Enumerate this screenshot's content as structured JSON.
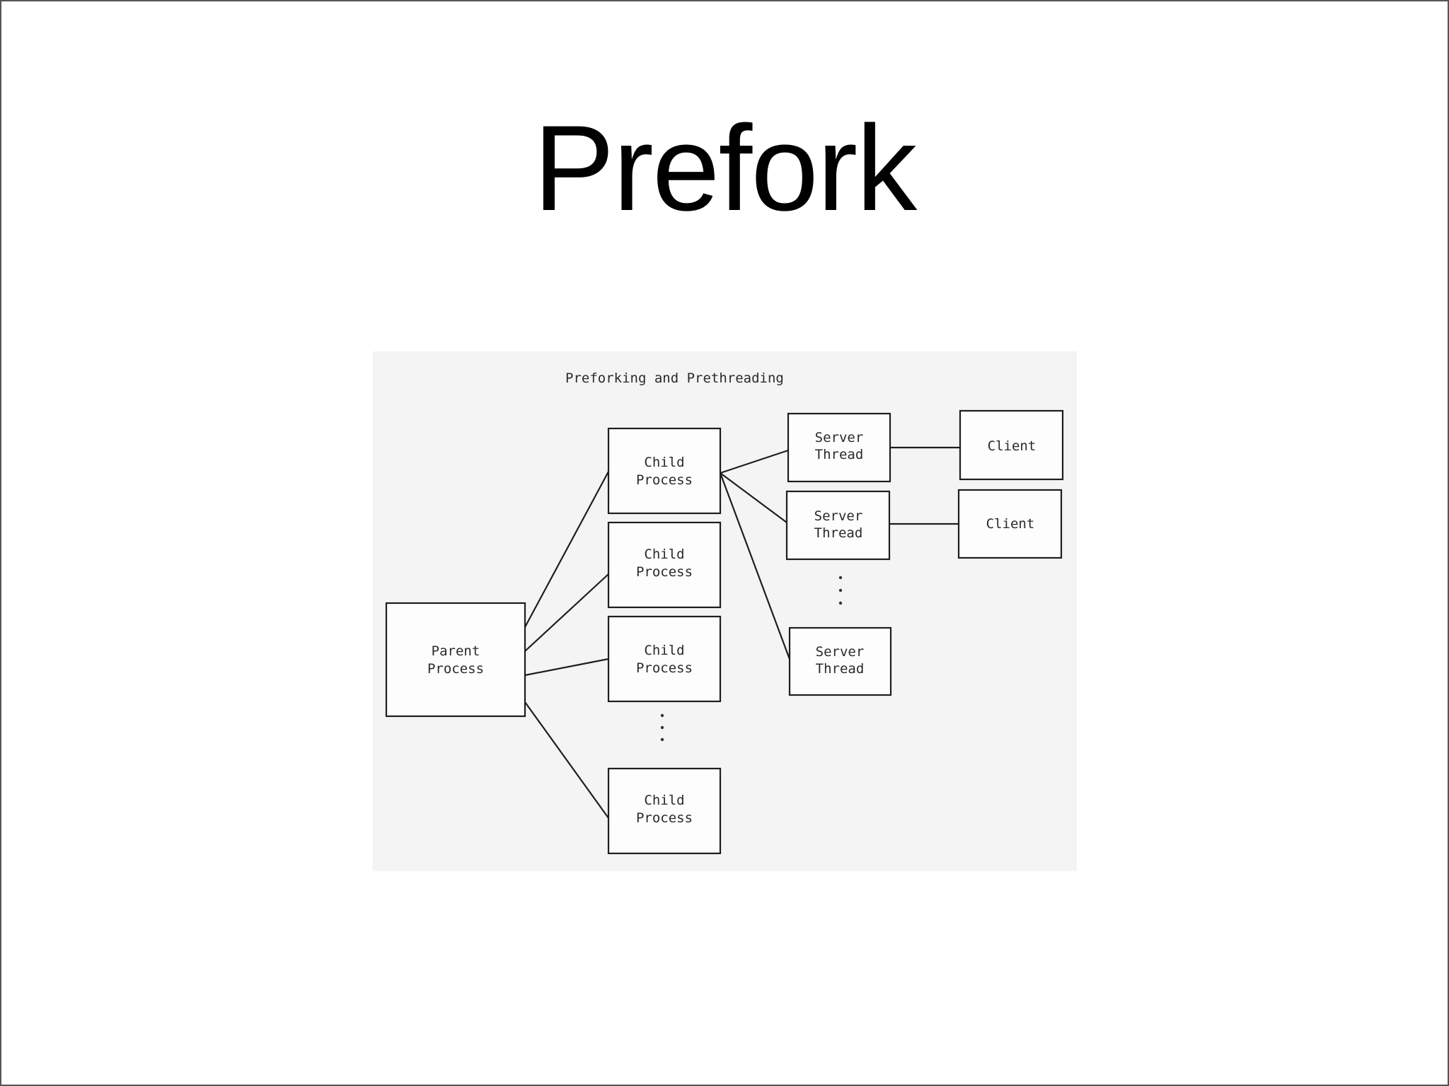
{
  "slide": {
    "title": "Prefork"
  },
  "diagram": {
    "caption": "Preforking and Prethreading",
    "parent": {
      "line1": "Parent",
      "line2": "Process"
    },
    "children": [
      {
        "line1": "Child",
        "line2": "Process"
      },
      {
        "line1": "Child",
        "line2": "Process"
      },
      {
        "line1": "Child",
        "line2": "Process"
      },
      {
        "line1": "Child",
        "line2": "Process"
      }
    ],
    "threads": [
      {
        "line1": "Server",
        "line2": "Thread"
      },
      {
        "line1": "Server",
        "line2": "Thread"
      },
      {
        "line1": "Server",
        "line2": "Thread"
      }
    ],
    "clients": [
      {
        "label": "Client"
      },
      {
        "label": "Client"
      }
    ]
  }
}
